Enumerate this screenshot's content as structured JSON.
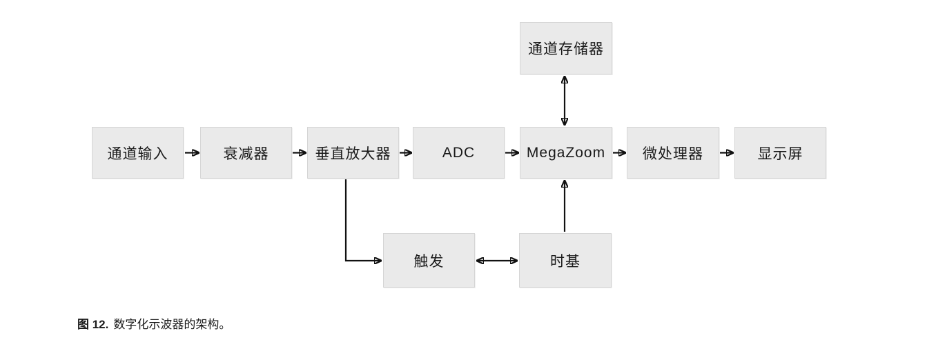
{
  "figure": {
    "caption_label": "图 12.",
    "caption_text": "数字化示波器的架构。"
  },
  "diagram": {
    "type": "block-diagram",
    "title": "数字化示波器的架构",
    "main_row": [
      {
        "id": "channel-input",
        "label": "通道输入"
      },
      {
        "id": "attenuator",
        "label": "衰减器"
      },
      {
        "id": "vertical-amplifier",
        "label": "垂直放大器"
      },
      {
        "id": "adc",
        "label": "ADC"
      },
      {
        "id": "megazoom",
        "label": "MegaZoom"
      },
      {
        "id": "microprocessor",
        "label": "微处理器"
      },
      {
        "id": "display",
        "label": "显示屏"
      }
    ],
    "top_row": [
      {
        "id": "channel-memory",
        "label": "通道存储器"
      }
    ],
    "bottom_row": [
      {
        "id": "trigger",
        "label": "触发"
      },
      {
        "id": "timebase",
        "label": "时基"
      }
    ],
    "connections": [
      {
        "from": "channel-input",
        "to": "attenuator",
        "style": "arrow-right"
      },
      {
        "from": "attenuator",
        "to": "vertical-amplifier",
        "style": "arrow-right"
      },
      {
        "from": "vertical-amplifier",
        "to": "adc",
        "style": "arrow-right"
      },
      {
        "from": "adc",
        "to": "megazoom",
        "style": "arrow-right"
      },
      {
        "from": "megazoom",
        "to": "microprocessor",
        "style": "arrow-right"
      },
      {
        "from": "microprocessor",
        "to": "display",
        "style": "arrow-right"
      },
      {
        "from": "channel-memory",
        "to": "megazoom",
        "style": "double-arrow-vertical"
      },
      {
        "from": "vertical-amplifier",
        "to": "trigger",
        "style": "elbow-down-right-arrow"
      },
      {
        "from": "trigger",
        "to": "timebase",
        "style": "double-arrow-horizontal"
      },
      {
        "from": "timebase",
        "to": "megazoom",
        "style": "arrow-up"
      }
    ]
  },
  "colors": {
    "background": "#ffffff",
    "box_fill": "#eaeaea",
    "box_border": "#d5d5d5",
    "arrow": "#111111",
    "text": "#1a1a1a"
  }
}
